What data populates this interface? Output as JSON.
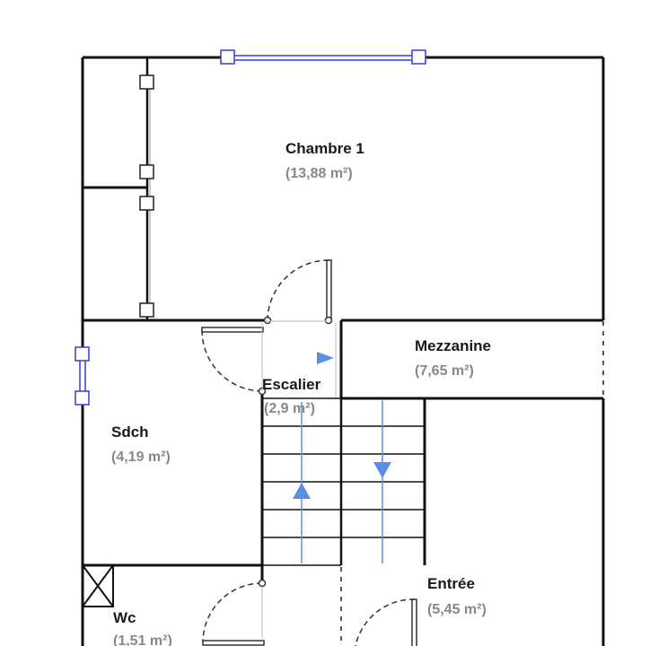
{
  "colors": {
    "wall": "#111111",
    "partition": "#222222",
    "handle": "#3b3bd9",
    "stair_arrow": "#5b8fe6",
    "dashed": "#555555",
    "room_name": "#1a1a1a",
    "room_area": "#888888"
  },
  "rooms": {
    "chambre": {
      "name": "Chambre 1",
      "area": "(13,88 m²)"
    },
    "mezzanine": {
      "name": "Mezzanine",
      "area": "(7,65 m²)"
    },
    "escalier": {
      "name": "Escalier",
      "area": "(2,9 m²)"
    },
    "sdch": {
      "name": "Sdch",
      "area": "(4,19 m²)"
    },
    "entree": {
      "name": "Entrée",
      "area": "(5,45 m²)"
    },
    "wc": {
      "name": "Wc",
      "area": "(1,51 m²)"
    }
  }
}
